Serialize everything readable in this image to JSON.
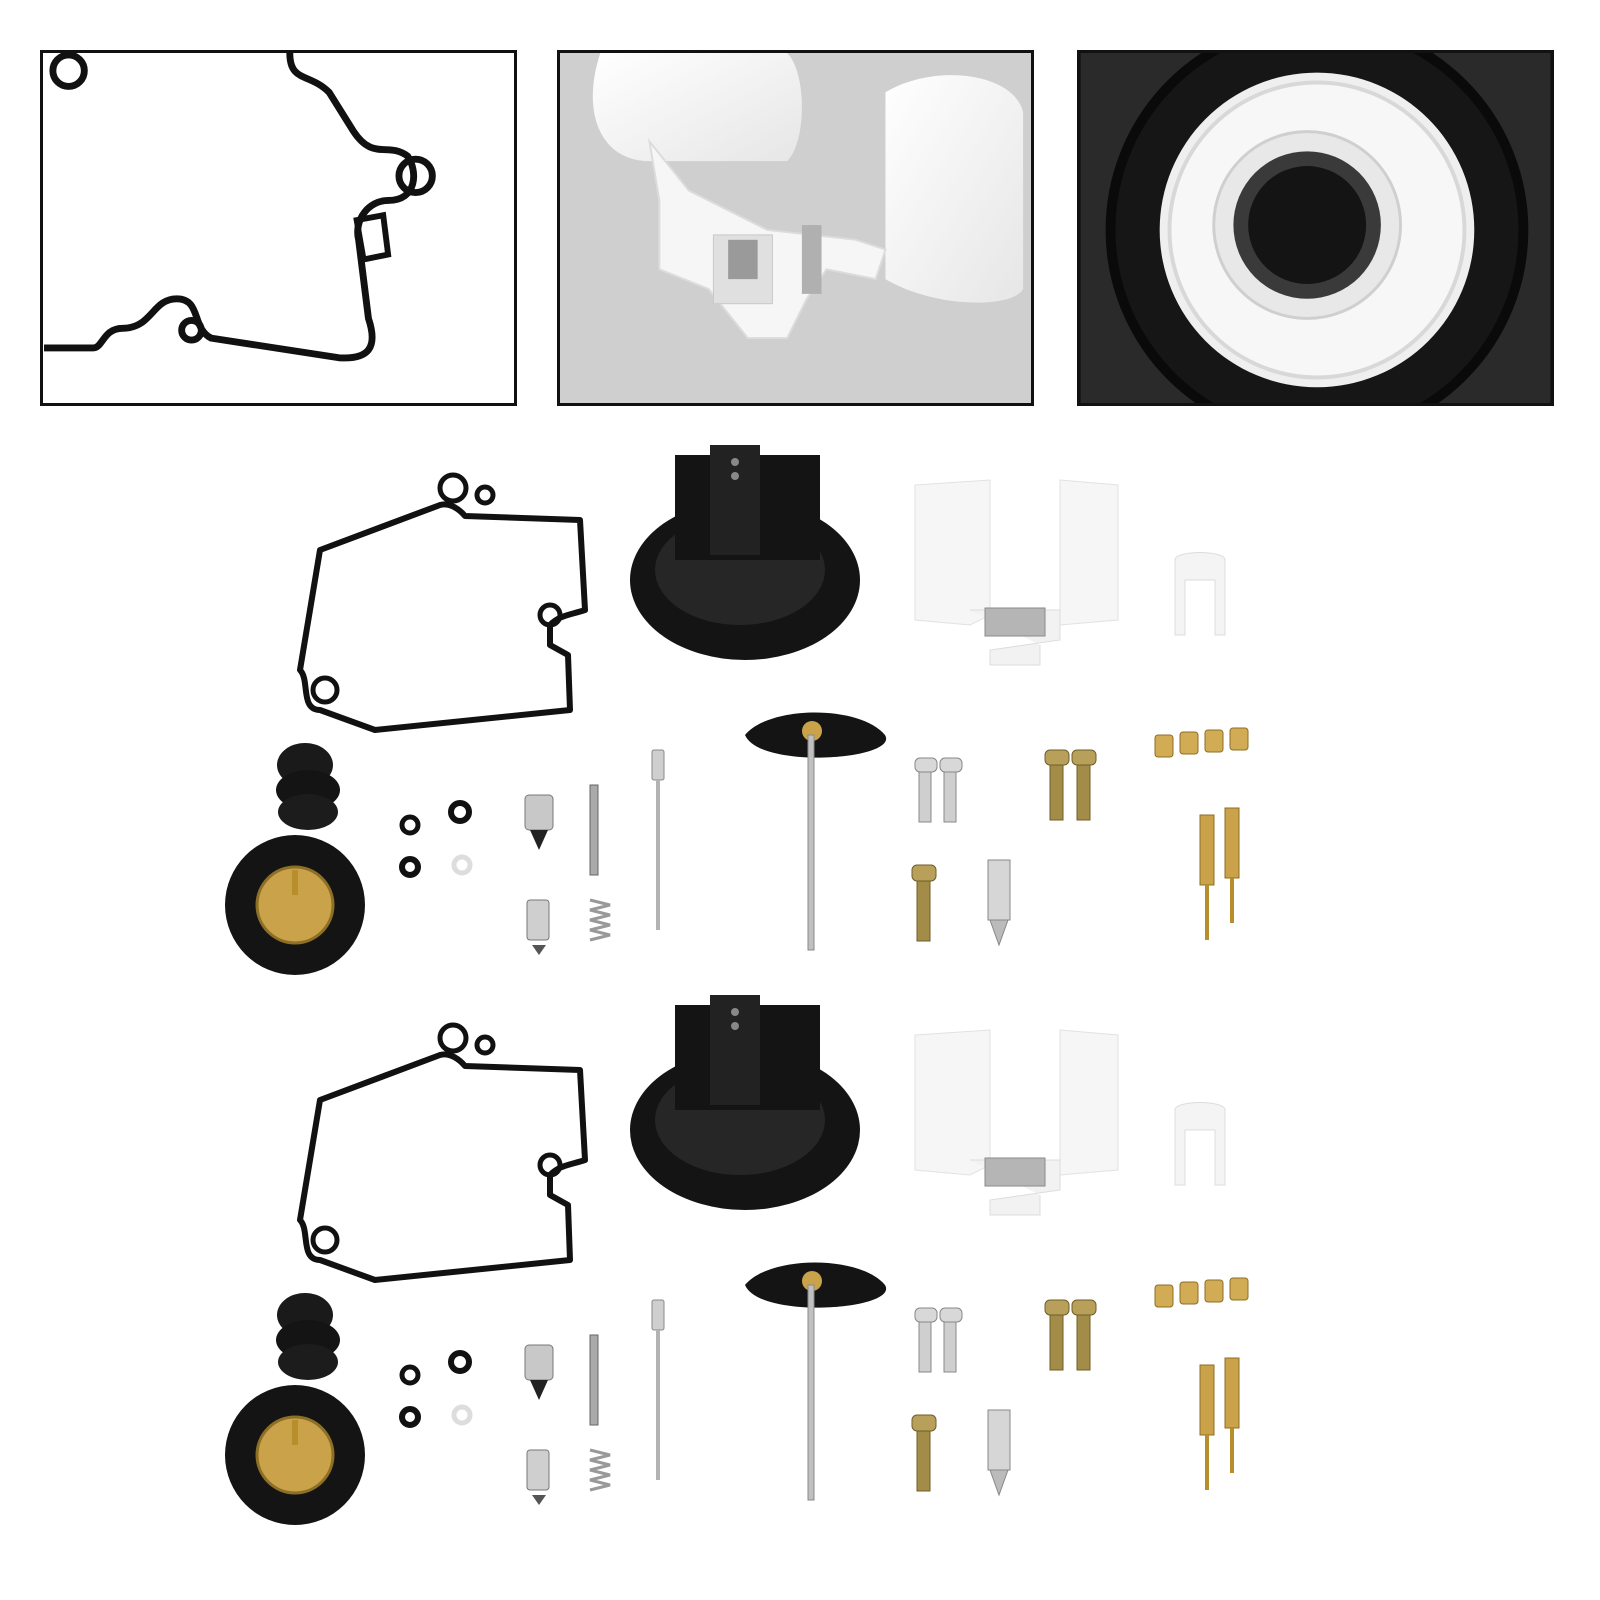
{
  "colors": {
    "background": "#ffffff",
    "panel_border": "#111111",
    "rubber": "#141414",
    "plastic_white": "#f4f4f4",
    "brass": "#c9a24a",
    "steel": "#bdbdbd",
    "zinc_gold": "#b8a05a"
  },
  "detail_panels": [
    {
      "name": "gasket-closeup",
      "icon": "gasket-icon"
    },
    {
      "name": "float-closeup",
      "icon": "float-icon"
    },
    {
      "name": "diaphragm-closeup",
      "icon": "diaphragm-icon"
    }
  ],
  "kit_sets": [
    {
      "name": "kit-set-1"
    },
    {
      "name": "kit-set-2"
    }
  ]
}
